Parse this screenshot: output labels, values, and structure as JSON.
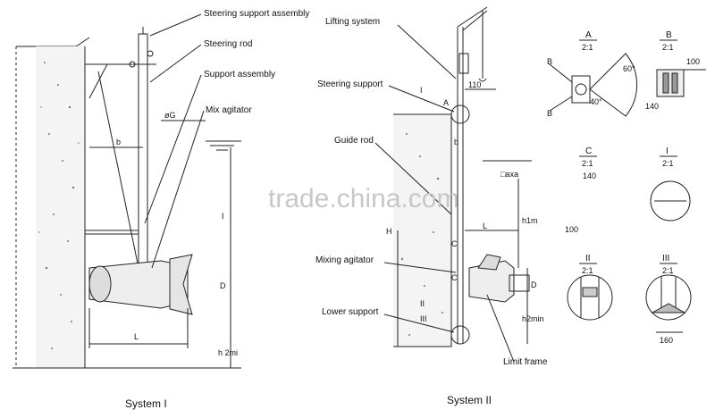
{
  "system1": {
    "caption": "System I",
    "labels": {
      "steering_support_assembly": "Steering support assembly",
      "steering_rod": "Steering rod",
      "support_assembly": "Support assembly",
      "mix_agitator": "Mix agitator"
    },
    "dims": {
      "b": "b",
      "od": "øG",
      "l_vert": "I",
      "D": "D",
      "L": "L",
      "h2": "h 2mi"
    }
  },
  "system2": {
    "caption": "System II",
    "labels": {
      "lifting_system": "Lifting system",
      "steering_support": "Steering support",
      "guide_rod": "Guide rod",
      "mixing_agitator": "Mixing agitator",
      "lower_support": "Lower support",
      "limit_frame": "Limit frame"
    },
    "dims": {
      "I": "I",
      "A": "A",
      "d110": "110",
      "b": "b",
      "axa": "□axa",
      "H": "H",
      "h1": "h1m",
      "L": "L",
      "C1": "C",
      "C2": "C",
      "D": "D",
      "h2": "h2min",
      "II": "II",
      "III": "III"
    }
  },
  "details": {
    "A": {
      "title": "A",
      "scale": "2:1",
      "angle1": "60°",
      "angle2": "40°",
      "b1": "B",
      "b2": "B"
    },
    "B": {
      "title": "B",
      "scale": "2:1",
      "w": "100",
      "h": "140"
    },
    "C": {
      "title": "C",
      "scale": "2:1",
      "w": "140",
      "h": "100"
    },
    "I": {
      "title": "I",
      "scale": "2:1"
    },
    "II": {
      "title": "II",
      "scale": "2:1"
    },
    "III": {
      "title": "III",
      "scale": "2:1",
      "w": "160"
    }
  },
  "watermark": "trade.china.com"
}
